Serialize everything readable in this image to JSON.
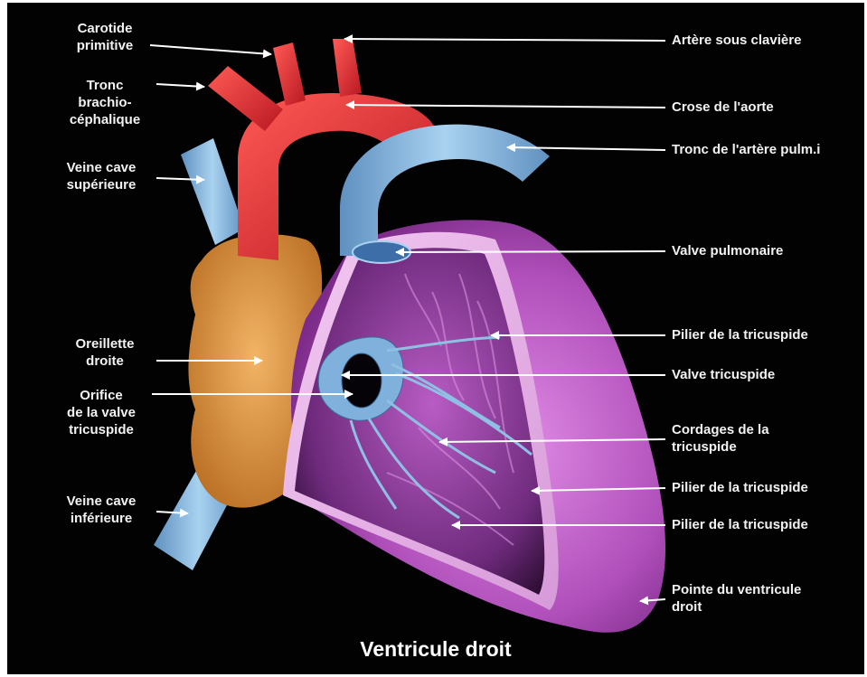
{
  "title": "Ventricule droit",
  "labels": {
    "carotide": "Carotide\nprimitive",
    "tronc_brachio": "Tronc\nbrachio-\ncéphalique",
    "veine_cave_sup": "Veine cave\nsupérieure",
    "oreillette": "Oreillette\ndroite",
    "orifice": "Orifice\nde la valve\ntricuspide",
    "veine_cave_inf": "Veine cave\ninférieure",
    "artere_sous_claviere": "Artère sous clavière",
    "crose_aorte": "Crose de l'aorte",
    "tronc_artere_pulm": "Tronc de l'artère pulm.i",
    "valve_pulmonaire": "Valve pulmonaire",
    "pilier_1": "Pilier de la tricuspide",
    "valve_tricuspide": "Valve tricuspide",
    "cordages": "Cordages de la\ntricuspide",
    "pilier_2": "Pilier de la tricuspide",
    "pilier_3": "Pilier de la tricuspide",
    "pointe": "Pointe du ventricule\ndroit"
  },
  "colors": {
    "background": "#020202",
    "aorta": "#e8323a",
    "vein": "#8fc0e3",
    "atrium": "#e69a43",
    "ventricle": "#c767cf",
    "label": "#f2f2f2",
    "pointer": "#ffffff"
  }
}
